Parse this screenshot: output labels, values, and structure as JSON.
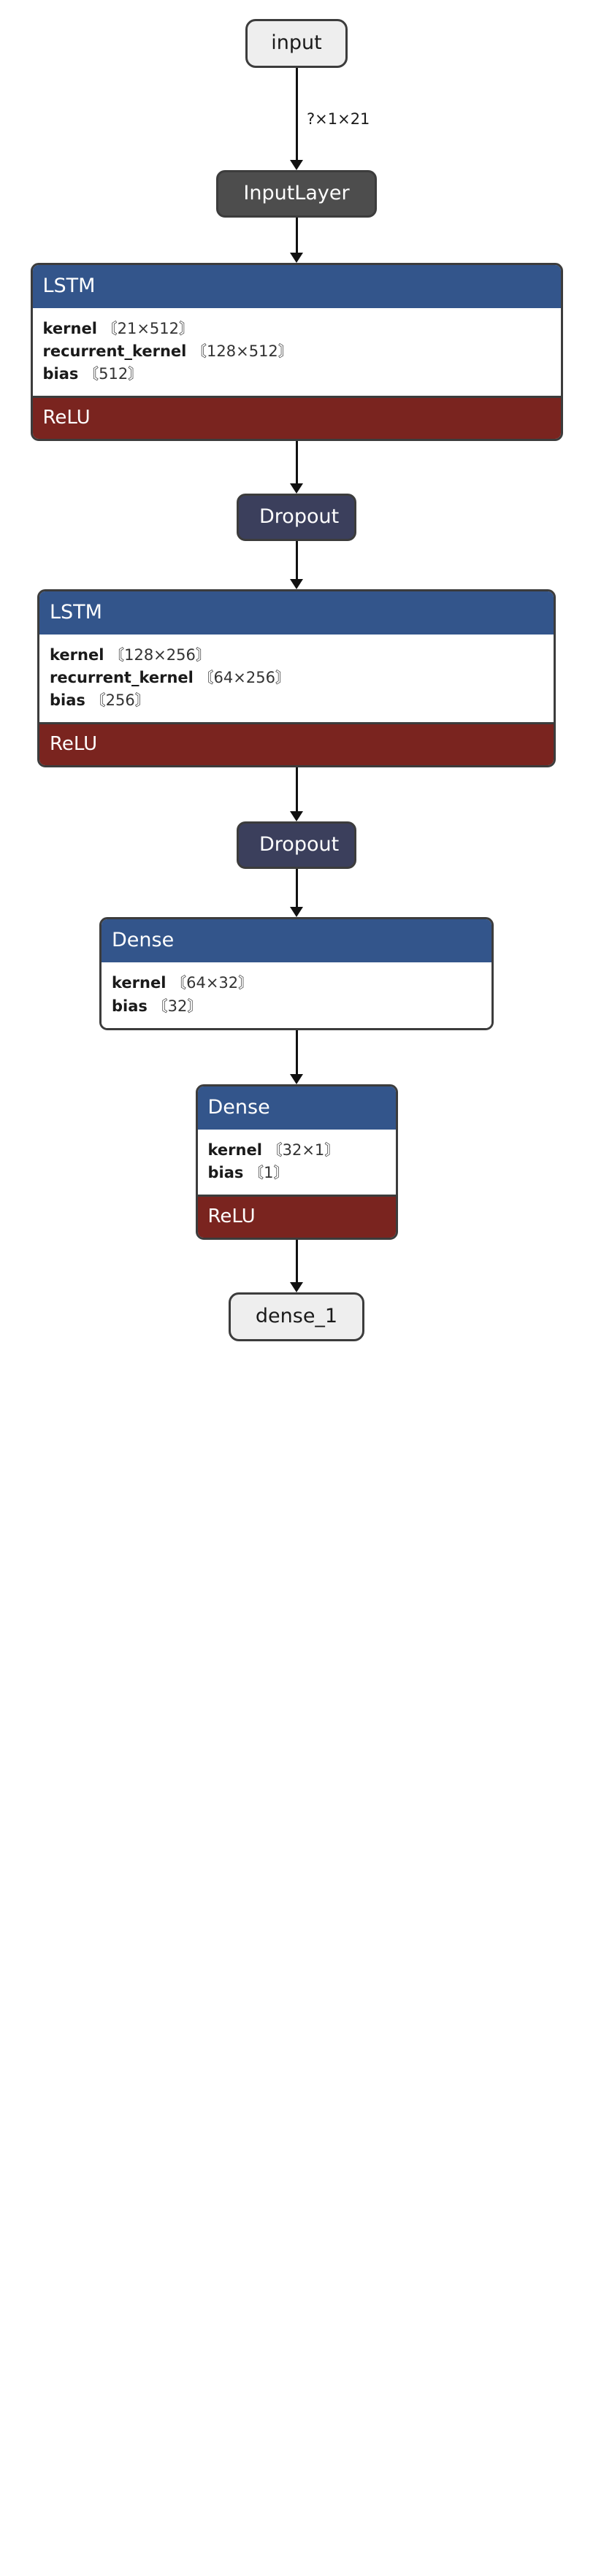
{
  "diagram": {
    "type": "neural-network-architecture",
    "colors": {
      "layer_header": "#33558b",
      "activation_bar": "#7a241f",
      "dropout_node": "#3b3f5c",
      "input_layer_node": "#4d4d4d",
      "terminal_node": "#eeeeee",
      "border": "#3c3c3c",
      "edge": "#111111",
      "background": "#ffffff"
    },
    "nodes": {
      "input": {
        "label": "input"
      },
      "input_layer": {
        "label": "InputLayer"
      },
      "lstm_1": {
        "label": "LSTM",
        "params": [
          {
            "name": "kernel",
            "shape": "〘21×512〙"
          },
          {
            "name": "recurrent_kernel",
            "shape": "〘128×512〙"
          },
          {
            "name": "bias",
            "shape": "〘512〙"
          }
        ],
        "activation": "ReLU"
      },
      "dropout_1": {
        "label": "Dropout"
      },
      "lstm_2": {
        "label": "LSTM",
        "params": [
          {
            "name": "kernel",
            "shape": "〘128×256〙"
          },
          {
            "name": "recurrent_kernel",
            "shape": "〘64×256〙"
          },
          {
            "name": "bias",
            "shape": "〘256〙"
          }
        ],
        "activation": "ReLU"
      },
      "dropout_2": {
        "label": "Dropout"
      },
      "dense_1": {
        "label": "Dense",
        "params": [
          {
            "name": "kernel",
            "shape": "〘64×32〙"
          },
          {
            "name": "bias",
            "shape": "〘32〙"
          }
        ],
        "activation": null
      },
      "dense_2": {
        "label": "Dense",
        "params": [
          {
            "name": "kernel",
            "shape": "〘32×1〙"
          },
          {
            "name": "bias",
            "shape": "〘1〙"
          }
        ],
        "activation": "ReLU"
      },
      "output": {
        "label": "dense_1"
      }
    },
    "edges": [
      {
        "from": "input",
        "to": "input_layer",
        "label": "?×1×21"
      },
      {
        "from": "input_layer",
        "to": "lstm_1",
        "label": ""
      },
      {
        "from": "lstm_1",
        "to": "dropout_1",
        "label": ""
      },
      {
        "from": "dropout_1",
        "to": "lstm_2",
        "label": ""
      },
      {
        "from": "lstm_2",
        "to": "dropout_2",
        "label": ""
      },
      {
        "from": "dropout_2",
        "to": "dense_1",
        "label": ""
      },
      {
        "from": "dense_1",
        "to": "dense_2",
        "label": ""
      },
      {
        "from": "dense_2",
        "to": "output",
        "label": ""
      }
    ]
  }
}
